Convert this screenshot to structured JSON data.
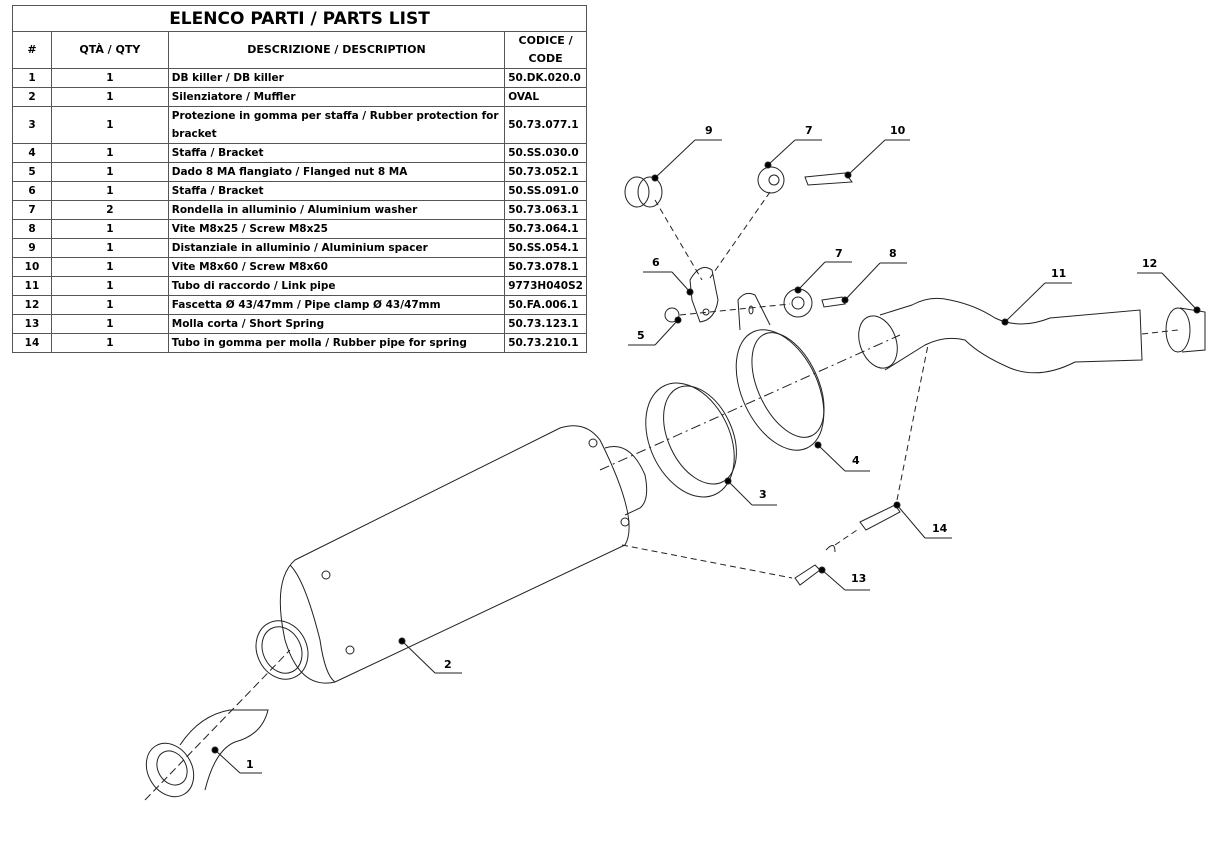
{
  "table": {
    "title": "ELENCO PARTI / PARTS LIST",
    "headers": [
      "#",
      "QTÀ / QTY",
      "DESCRIZIONE / DESCRIPTION",
      "CODICE / CODE"
    ],
    "rows": [
      {
        "num": "1",
        "qty": "1",
        "desc": "DB killer / DB killer",
        "code": "50.DK.020.0"
      },
      {
        "num": "2",
        "qty": "1",
        "desc": "Silenziatore / Muffler",
        "code": "OVAL"
      },
      {
        "num": "3",
        "qty": "1",
        "desc": "Protezione in gomma per staffa / Rubber protection for bracket",
        "code": "50.73.077.1"
      },
      {
        "num": "4",
        "qty": "1",
        "desc": "Staffa / Bracket",
        "code": "50.SS.030.0"
      },
      {
        "num": "5",
        "qty": "1",
        "desc": "Dado 8 MA flangiato / Flanged nut 8 MA",
        "code": "50.73.052.1"
      },
      {
        "num": "6",
        "qty": "1",
        "desc": "Staffa / Bracket",
        "code": "50.SS.091.0"
      },
      {
        "num": "7",
        "qty": "2",
        "desc": "Rondella in alluminio / Aluminium washer",
        "code": "50.73.063.1"
      },
      {
        "num": "8",
        "qty": "1",
        "desc": "Vite M8x25 / Screw M8x25",
        "code": "50.73.064.1"
      },
      {
        "num": "9",
        "qty": "1",
        "desc": "Distanziale in alluminio / Aluminium spacer",
        "code": "50.SS.054.1"
      },
      {
        "num": "10",
        "qty": "1",
        "desc": "Vite M8x60 / Screw M8x60",
        "code": "50.73.078.1"
      },
      {
        "num": "11",
        "qty": "1",
        "desc": "Tubo di raccordo / Link pipe",
        "code": "9773H040S2"
      },
      {
        "num": "12",
        "qty": "1",
        "desc": "Fascetta Ø 43/47mm / Pipe clamp Ø 43/47mm",
        "code": "50.FA.006.1"
      },
      {
        "num": "13",
        "qty": "1",
        "desc": "Molla corta / Short Spring",
        "code": "50.73.123.1"
      },
      {
        "num": "14",
        "qty": "1",
        "desc": "Tubo in gomma per molla / Rubber pipe for spring",
        "code": "50.73.210.1"
      }
    ]
  },
  "callouts": {
    "c1": "1",
    "c2": "2",
    "c3": "3",
    "c4": "4",
    "c5": "5",
    "c6": "6",
    "c7a": "7",
    "c7b": "7",
    "c8": "8",
    "c9": "9",
    "c10": "10",
    "c11": "11",
    "c12": "12",
    "c13": "13",
    "c14": "14"
  },
  "colors": {
    "line": "#222222",
    "border": "#555555"
  }
}
